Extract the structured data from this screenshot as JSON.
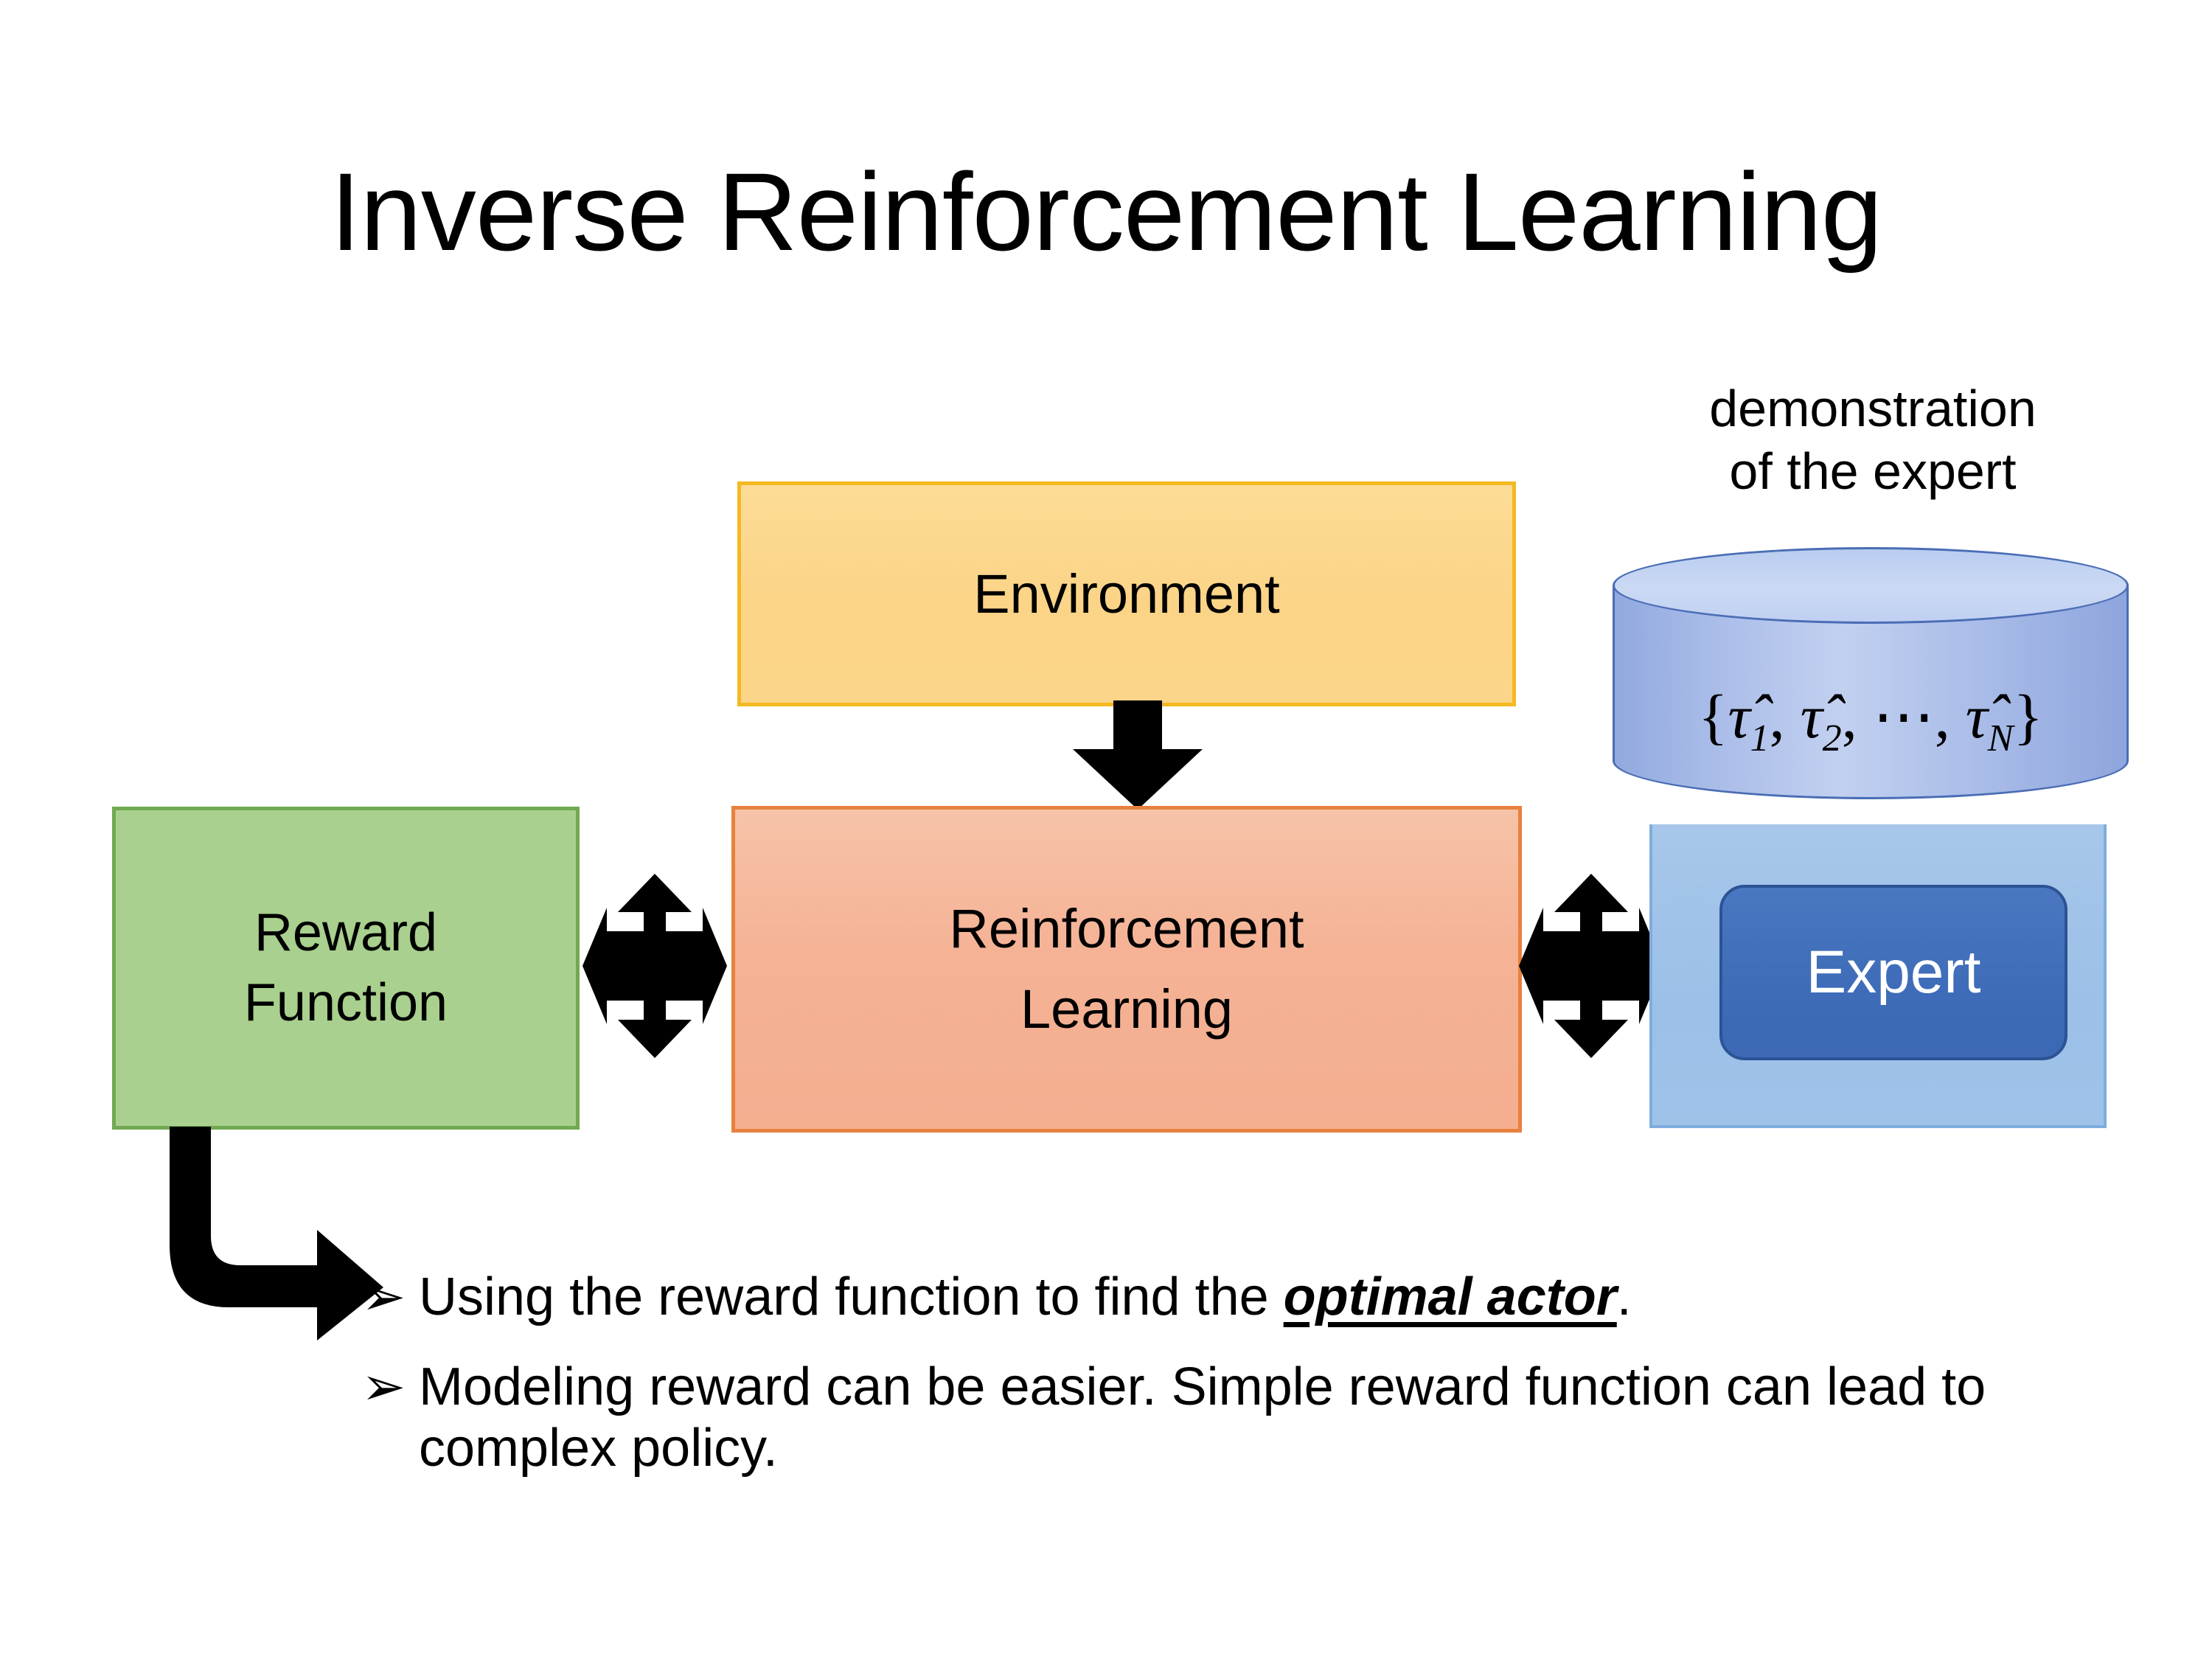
{
  "slide": {
    "title": "Inverse Reinforcement Learning",
    "background_color": "#FFFFFF"
  },
  "diagram": {
    "nodes": [
      {
        "id": "environment",
        "label": "Environment",
        "fill_color": "#FBD487",
        "border_color": "#F4B821",
        "text_color": "#000000"
      },
      {
        "id": "reward_function",
        "label_line1": "Reward",
        "label_line2": "Function",
        "fill_color": "#A9D08E",
        "border_color": "#70A951",
        "text_color": "#000000"
      },
      {
        "id": "reinforcement_learning",
        "label_line1": "Reinforcement",
        "label_line2": "Learning",
        "fill_color": "#F4AE90",
        "border_color": "#E8813E",
        "text_color": "#000000"
      },
      {
        "id": "expert",
        "label": "Expert",
        "fill_color": "#3E6CB8",
        "border_color": "#2C5394",
        "text_color": "#FFFFFF"
      }
    ],
    "expert_panel": {
      "fill_color": "#9CC0E8",
      "border_color": "#7FACDD"
    },
    "cylinder": {
      "caption_line1": "demonstration",
      "caption_line2": "of the expert",
      "formula_open": "{",
      "formula_tau": "τ̂",
      "formula_items": [
        "1",
        "2"
      ],
      "formula_ellipsis": "⋯",
      "formula_last_sub": "N",
      "formula_close": "}",
      "formula_plain": "{τ̂1, τ̂2, ⋯, τ̂N}",
      "fill_color": "#A9BCE8",
      "top_fill_color": "#CBD9F4",
      "border_color": "#4A6DB5"
    },
    "arrows": [
      {
        "id": "environment-to-rl",
        "type": "down-arrow",
        "color": "#000000"
      },
      {
        "id": "reward-rl-link",
        "type": "quad-arrow",
        "color": "#000000"
      },
      {
        "id": "rl-expert-link",
        "type": "quad-arrow",
        "color": "#000000"
      },
      {
        "id": "reward-to-bullet",
        "type": "bent-arrow",
        "color": "#000000"
      }
    ]
  },
  "bullets": {
    "marker": "➢",
    "items": [
      {
        "prefix": "Using the reward function to find the ",
        "emphasis": "optimal actor",
        "suffix": "."
      },
      {
        "prefix": "Modeling reward can be easier. Simple reward function can lead to complex policy.",
        "emphasis": "",
        "suffix": ""
      }
    ]
  }
}
